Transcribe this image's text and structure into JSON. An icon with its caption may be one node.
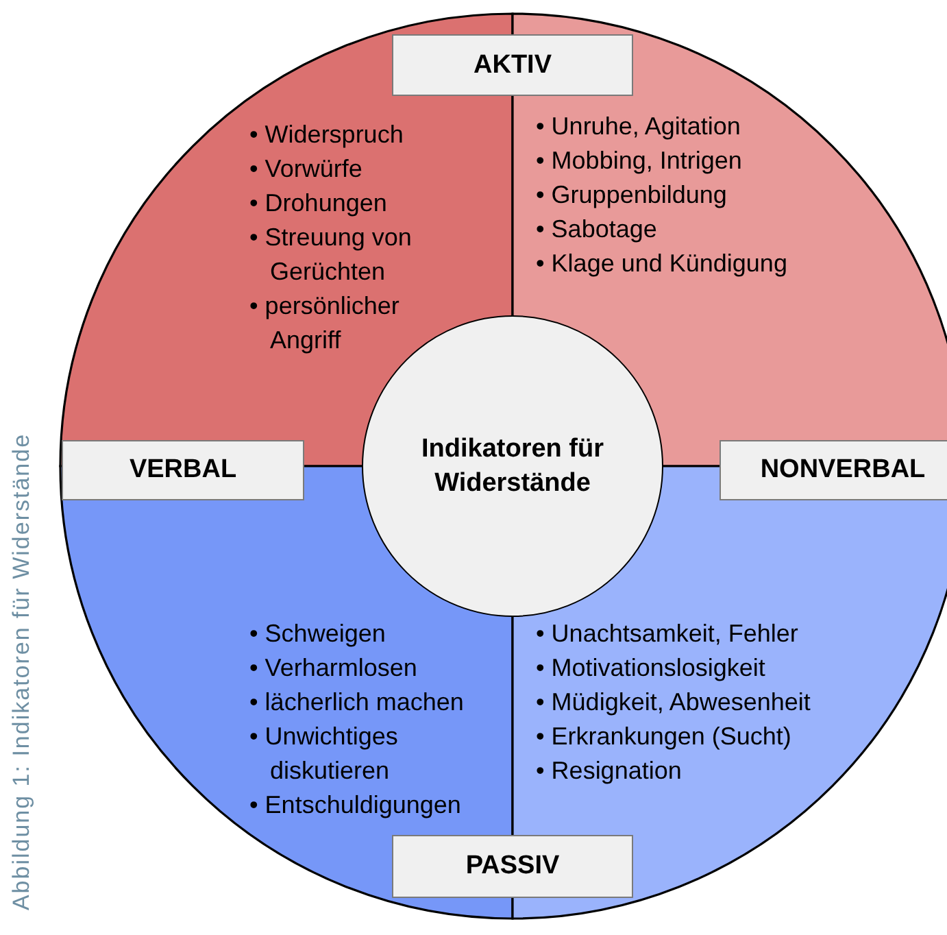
{
  "diagram": {
    "caption": "Abbildung 1: Indikatoren für Widerstände",
    "nodes": [
      {
        "text": [
          "Indikatoren für Widerstände"
        ]
      },
      {
        "text": [
          "• Widerspruch",
          "• Vorwürfe",
          "• Drohungen",
          "• Streuung von Gerüchten",
          "• persönlicher Angriff"
        ]
      },
      {
        "text": [
          "• Unruhe, Agitation",
          "• Mobbing, Intrigen",
          "• Gruppenbildung",
          "• Sabotage",
          "• Klage und Kündigung"
        ]
      },
      {
        "text": [
          "• Schweigen",
          "• Verharmlosen",
          "• lächerlich machen",
          "• Unwichtiges diskutieren",
          "• Entschuldigungen"
        ]
      },
      {
        "text": [
          "• Unachtsamkeit, Fehler",
          "• Motivationslosigkeit",
          "• Müdigkeit, Abwesenheit",
          "• Erkrankungen (Sucht)",
          "• Resignation"
        ]
      },
      {
        "text": [
          "AKTIV"
        ]
      },
      {
        "text": [
          "VERBAL"
        ]
      },
      {
        "text": [
          "NONVERBAL"
        ]
      },
      {
        "text": [
          "PASSIV"
        ]
      }
    ]
  }
}
